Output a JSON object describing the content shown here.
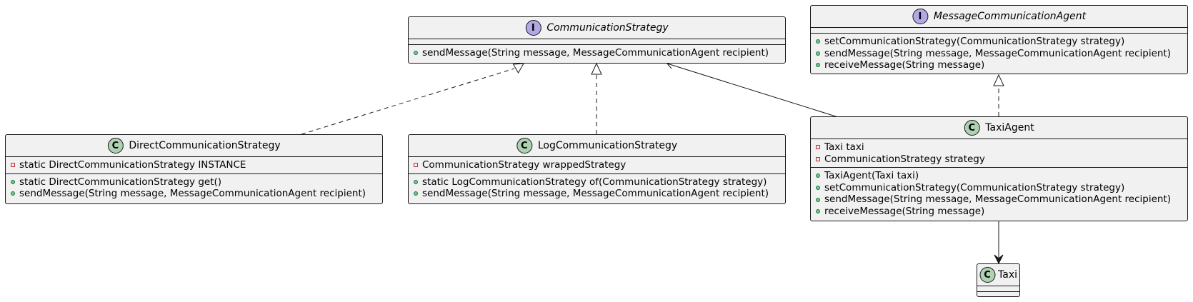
{
  "classes": {
    "communication_strategy": {
      "stereotype": "I",
      "name": "CommunicationStrategy",
      "fields": [],
      "methods": [
        {
          "text": "sendMessage(String message, MessageCommunicationAgent recipient)"
        }
      ]
    },
    "message_communication_agent": {
      "stereotype": "I",
      "name": "MessageCommunicationAgent",
      "fields": [],
      "methods": [
        {
          "text": "setCommunicationStrategy(CommunicationStrategy strategy)"
        },
        {
          "text": "sendMessage(String message, MessageCommunicationAgent recipient)"
        },
        {
          "text": "receiveMessage(String message)"
        }
      ]
    },
    "direct_communication_strategy": {
      "stereotype": "C",
      "name": "DirectCommunicationStrategy",
      "fields": [
        {
          "text": "static DirectCommunicationStrategy INSTANCE"
        }
      ],
      "methods": [
        {
          "text": "static DirectCommunicationStrategy get()"
        },
        {
          "text": "sendMessage(String message, MessageCommunicationAgent recipient)"
        }
      ]
    },
    "log_communication_strategy": {
      "stereotype": "C",
      "name": "LogCommunicationStrategy",
      "fields": [
        {
          "text": "CommunicationStrategy wrappedStrategy"
        }
      ],
      "methods": [
        {
          "text": "static LogCommunicationStrategy of(CommunicationStrategy strategy)"
        },
        {
          "text": "sendMessage(String message, MessageCommunicationAgent recipient)"
        }
      ]
    },
    "taxi_agent": {
      "stereotype": "C",
      "name": "TaxiAgent",
      "fields": [
        {
          "text": "Taxi taxi"
        },
        {
          "text": "CommunicationStrategy strategy"
        }
      ],
      "methods": [
        {
          "text": "TaxiAgent(Taxi taxi)"
        },
        {
          "text": "setCommunicationStrategy(CommunicationStrategy strategy)"
        },
        {
          "text": "sendMessage(String message, MessageCommunicationAgent recipient)"
        },
        {
          "text": "receiveMessage(String message)"
        }
      ]
    },
    "taxi": {
      "stereotype": "C",
      "name": "Taxi",
      "fields": [],
      "methods": []
    }
  },
  "colors": {
    "box_fill": "#f1f1f1",
    "border": "#181818",
    "interface_circle": "#b4a7e5",
    "class_circle": "#add1b2",
    "public_marker": "#84be84",
    "private_marker": "#c82930"
  }
}
